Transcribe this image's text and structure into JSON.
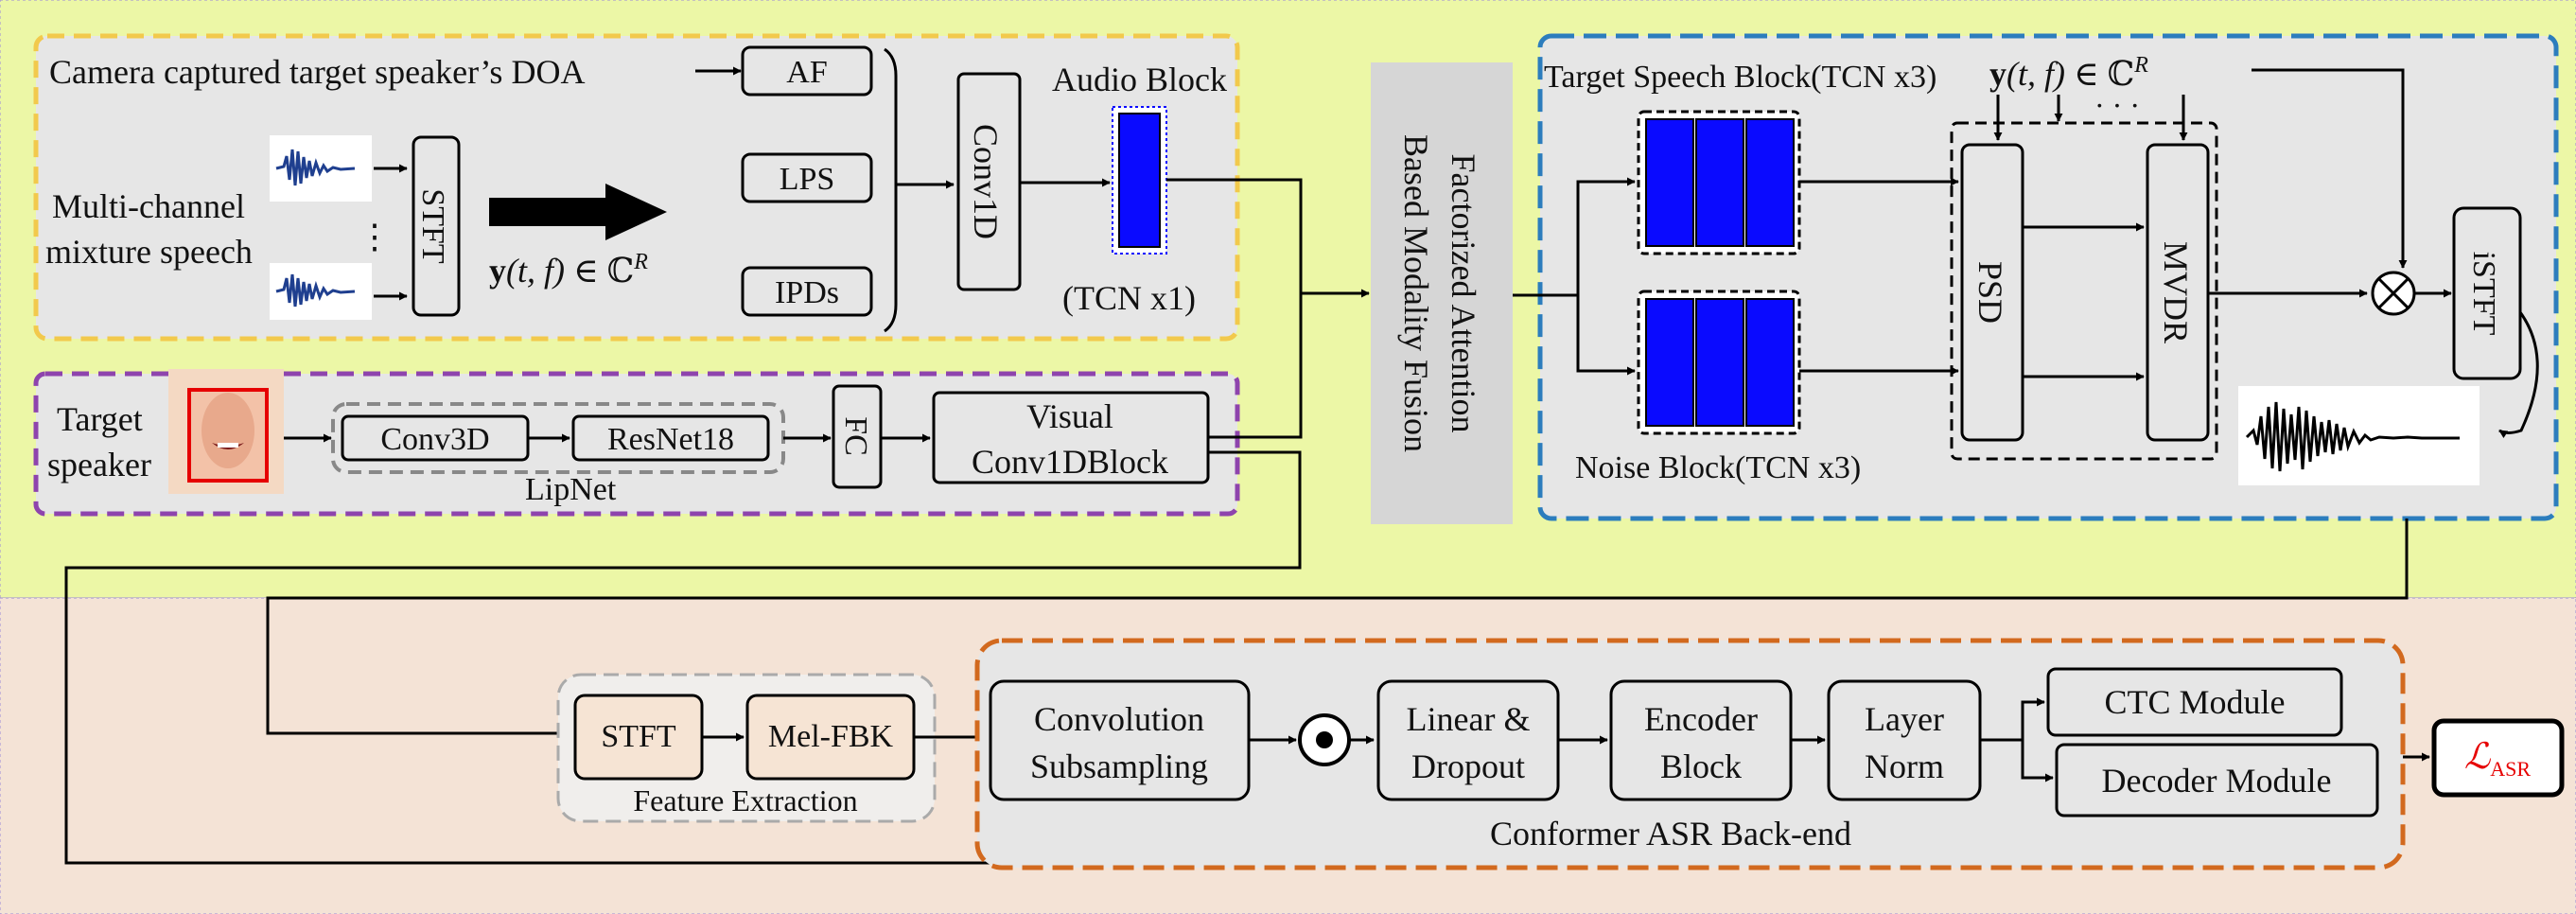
{
  "colors": {
    "top_bg": "#ecf7a6",
    "bottom_bg": "#f4e3d6",
    "panel_gray": "#e6e6e6",
    "audio_border": "#f2c94c",
    "lip_border": "#8e44ad",
    "target_border": "#2c7dbd",
    "asr_border": "#d2691e",
    "block_blue": "#0a0aff",
    "loss_red": "#e60000"
  },
  "icons": {
    "waveform": "waveform-icon",
    "face": "face-photo-icon",
    "multiply": "circled-times-icon",
    "dot": "circled-dot-icon"
  },
  "top": {
    "camera_text": "Camera  captured  target speaker’s DOA",
    "mixture_line1": "Multi-channel",
    "mixture_line2": "mixture  speech",
    "dots": "⋮",
    "stft": "STFT",
    "y_formula": "y(t, f) ∈ ℂR",
    "af": "AF",
    "lps": "LPS",
    "ipds": "IPDs",
    "conv1d": "Conv1D",
    "audio_block": "Audio  Block",
    "tcn_x1": "(TCN x1)",
    "target_speaker_line1": "Target",
    "target_speaker_line2": "speaker",
    "conv3d": "Conv3D",
    "resnet18": "ResNet18",
    "lipnet": "LipNet",
    "fc": "FC",
    "visual_line1": "Visual",
    "visual_line2": "Conv1DBlock",
    "fusion_line1": "Factorized Attention",
    "fusion_line2": "Based Modality  Fusion",
    "target_speech_block": "Target Speech Block(TCN x3)",
    "noise_block": "Noise Block(TCN x3)",
    "psd": "PSD",
    "mvdr": "MVDR",
    "istft": "iSTFT",
    "dots_h": "· · ·"
  },
  "bottom": {
    "stft": "STFT",
    "melfbk": "Mel-FBK",
    "feature_extraction": "Feature Extraction",
    "conv_line1": "Convolution",
    "conv_line2": "Subsampling",
    "linear_line1": "Linear &",
    "linear_line2": "Dropout",
    "encoder_line1": "Encoder",
    "encoder_line2": "Block",
    "layernorm_line1": "Layer",
    "layernorm_line2": "Norm",
    "ctc": "CTC Module",
    "decoder": "Decoder Module",
    "backend": "Conformer ASR Back-end",
    "loss_main": "ℒ",
    "loss_sub": "ASR"
  }
}
